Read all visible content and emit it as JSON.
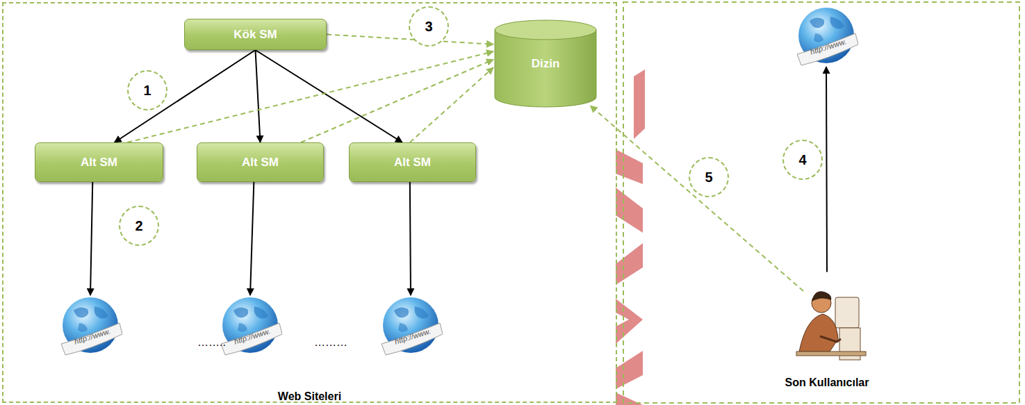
{
  "diagram": {
    "nodes": [
      {
        "text": [
          "Web Siteleri"
        ]
      },
      {
        "text": [
          "Kök SM"
        ],
        "in": 0
      },
      {
        "text": [
          "Dizin"
        ],
        "in": 0
      },
      {
        "text": [
          "Alt SM"
        ],
        "in": 0
      },
      {
        "text": [
          "Alt SM"
        ],
        "in": 0
      },
      {
        "text": [
          "Alt SM"
        ],
        "in": 0
      },
      {
        "text": [
          "http://www."
        ],
        "in": 0
      },
      {
        "text": [
          "http://www."
        ],
        "in": 0
      },
      {
        "text": [
          "http://www."
        ],
        "in": 0
      },
      {
        "text": [
          "http://www."
        ]
      },
      {
        "text": [
          "Son Kullanıcılar"
        ]
      }
    ],
    "edges": [
      {
        "from": 1,
        "to": 3,
        "arrow": "to"
      },
      {
        "from": 1,
        "to": 4,
        "arrow": "to"
      },
      {
        "from": 1,
        "to": 5,
        "arrow": "to"
      },
      {
        "from": 3,
        "to": 6,
        "arrow": "to"
      },
      {
        "from": 4,
        "to": 7,
        "arrow": "to"
      },
      {
        "from": 5,
        "to": 8,
        "arrow": "to"
      },
      {
        "from": 1,
        "to": 2,
        "arrow": "to"
      },
      {
        "from": 3,
        "to": 2,
        "arrow": "to"
      },
      {
        "from": 4,
        "to": 2,
        "arrow": "to"
      },
      {
        "from": 5,
        "to": 2,
        "arrow": "to"
      },
      {
        "from": 10,
        "to": 9,
        "arrow": "to"
      },
      {
        "from": 10,
        "to": 2,
        "arrow": "to"
      }
    ],
    "labels": [
      "1",
      "2",
      "3",
      "4",
      "5",
      "……..",
      "………"
    ]
  }
}
